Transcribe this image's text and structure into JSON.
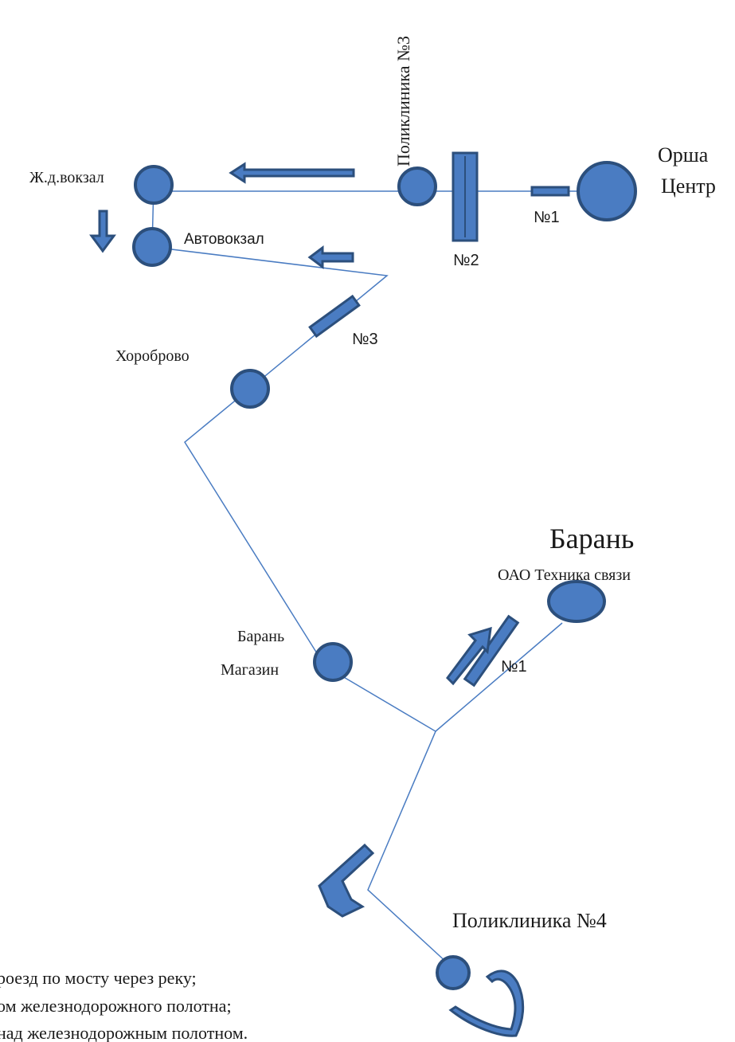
{
  "colors": {
    "stop_fill": "#4a7cc2",
    "stop_stroke": "#2c4f7c",
    "route": "#4a7cc2"
  },
  "labels": {
    "orsha": "Орша",
    "center": "Центр",
    "polyclinic3": "Поликлиника №3",
    "rail_station": "Ж.д.вокзал",
    "bus_station": "Автовокзал",
    "khorobrovo": "Хороброво",
    "baran_title": "Барань",
    "tekhnika": "ОАО Техника связи",
    "baran_shop_1": "Барань",
    "baran_shop_2": "Магазин",
    "polyclinic4": "Поликлиника №4",
    "marker_n1_top": "№1",
    "marker_n2": "№2",
    "marker_n3": "№3",
    "marker_n1_bottom": "№1"
  },
  "legend": [
    "роезд по мосту через реку;",
    "ом железнодорожного полотна;",
    " над железнодорожным полотном."
  ],
  "icons": {
    "stop": "circle",
    "direction": "arrow",
    "crossing_marker": "rectangle"
  }
}
